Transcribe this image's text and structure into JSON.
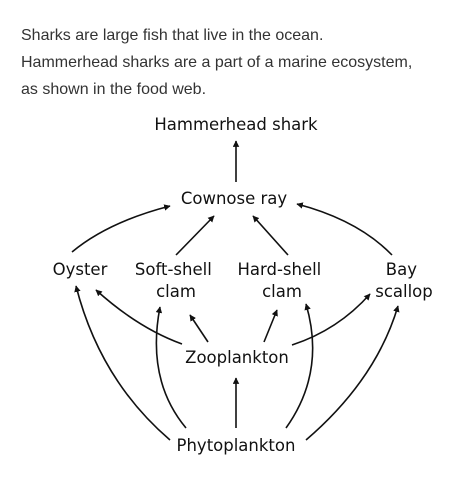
{
  "intro": {
    "lines": [
      "Sharks are large fish that live in the ocean.",
      "Hammerhead sharks are a part of a marine ecosystem,",
      "as shown in the food web."
    ]
  },
  "food_web": {
    "nodes": {
      "hammerhead": [
        "Hammerhead shark"
      ],
      "cownose": [
        "Cownose ray"
      ],
      "oyster": [
        "Oyster"
      ],
      "softshell": [
        "Soft-shell",
        "clam"
      ],
      "hardshell": [
        "Hard-shell",
        "clam"
      ],
      "bay": [
        "Bay",
        "scallop"
      ],
      "zooplankton": [
        "Zooplankton"
      ],
      "phytoplankton": [
        "Phytoplankton"
      ]
    },
    "links": [
      {
        "from": "cownose",
        "to": "hammerhead"
      },
      {
        "from": "oyster",
        "to": "cownose"
      },
      {
        "from": "softshell",
        "to": "cownose"
      },
      {
        "from": "hardshell",
        "to": "cownose"
      },
      {
        "from": "bay",
        "to": "cownose"
      },
      {
        "from": "zooplankton",
        "to": "oyster"
      },
      {
        "from": "zooplankton",
        "to": "softshell"
      },
      {
        "from": "zooplankton",
        "to": "hardshell"
      },
      {
        "from": "zooplankton",
        "to": "bay"
      },
      {
        "from": "phytoplankton",
        "to": "zooplankton"
      },
      {
        "from": "phytoplankton",
        "to": "oyster"
      },
      {
        "from": "phytoplankton",
        "to": "softshell"
      },
      {
        "from": "phytoplankton",
        "to": "hardshell"
      },
      {
        "from": "phytoplankton",
        "to": "bay"
      }
    ]
  }
}
